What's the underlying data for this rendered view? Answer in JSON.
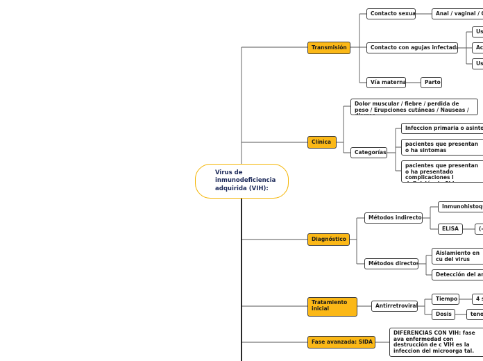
{
  "central": "Virus de inmunodeficiencia adquirida (VIH):",
  "branches": {
    "transmision": {
      "label": "Transmisión",
      "sexual": "Contacto sexual",
      "sexual_detail": "Anal / vaginal / O",
      "agujas": "Contacto con agujas infectadas",
      "agujas_1": "Us",
      "agujas_2": "Ac",
      "agujas_3": "Us",
      "materna": "Vía materna",
      "parto": "Parto"
    },
    "clinica": {
      "label": "Clínica",
      "sintomas": "Dolor muscular / fiebre / perdida de peso / Erupciones cutáneas / Nauseas / diarrea",
      "categorias": "Categorías",
      "cat_1": "Infeccion primaria o asintom",
      "cat_2": "pacientes que presentan o ha sintomas",
      "cat_3": "pacientes que presentan o ha presentado complicaciones l definición de Sida"
    },
    "diagnostico": {
      "label": "Diagnóstico",
      "indirectos": "Métodos indirectos",
      "inmuno": "Inmunohistoqu",
      "elisa": "ELISA",
      "elisa_detail": "(-",
      "directos": "Métodos directos",
      "aislamiento": "Aislamiento en cu del virus",
      "deteccion": "Detección del ant"
    },
    "tratamiento": {
      "label": "Tratamiento inicial",
      "antirretroviral": "Antirretroviral",
      "tiempo": "Tiempo",
      "tiempo_detail": "4 s",
      "dosis": "Dosis",
      "dosis_detail": "teno"
    },
    "fase": {
      "label": "Fase avanzada: SIDA",
      "diferencias": "DIFERENCIAS CON VIH: fase ava enfermedad con destrucción de c VIH es la infeccion del microorga tal."
    }
  }
}
